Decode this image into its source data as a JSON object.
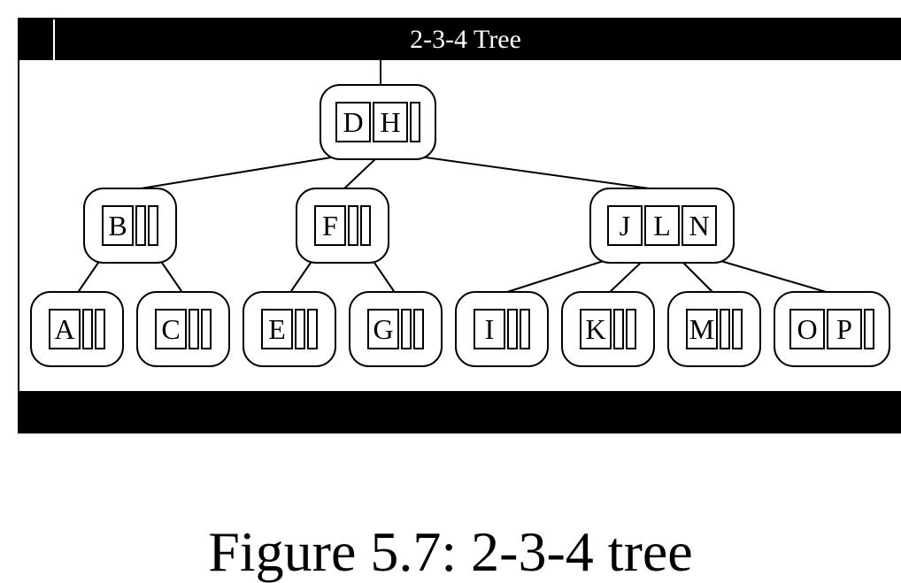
{
  "window": {
    "title": "2-3-4 Tree"
  },
  "tree": {
    "nodes": [
      {
        "id": "root",
        "keys": [
          "D",
          "H"
        ]
      },
      {
        "id": "b",
        "keys": [
          "B"
        ]
      },
      {
        "id": "f",
        "keys": [
          "F"
        ]
      },
      {
        "id": "jln",
        "keys": [
          "J",
          "L",
          "N"
        ]
      },
      {
        "id": "a",
        "keys": [
          "A"
        ]
      },
      {
        "id": "c",
        "keys": [
          "C"
        ]
      },
      {
        "id": "e",
        "keys": [
          "E"
        ]
      },
      {
        "id": "g",
        "keys": [
          "G"
        ]
      },
      {
        "id": "i",
        "keys": [
          "I"
        ]
      },
      {
        "id": "k",
        "keys": [
          "K"
        ]
      },
      {
        "id": "m",
        "keys": [
          "M"
        ]
      },
      {
        "id": "op",
        "keys": [
          "O",
          "P"
        ]
      }
    ],
    "edges": [
      [
        "root",
        "b"
      ],
      [
        "root",
        "f"
      ],
      [
        "root",
        "jln"
      ],
      [
        "b",
        "a"
      ],
      [
        "b",
        "c"
      ],
      [
        "f",
        "e"
      ],
      [
        "f",
        "g"
      ],
      [
        "jln",
        "i"
      ],
      [
        "jln",
        "k"
      ],
      [
        "jln",
        "m"
      ],
      [
        "jln",
        "op"
      ]
    ]
  },
  "caption": "Figure 5.7: 2-3-4 tree"
}
